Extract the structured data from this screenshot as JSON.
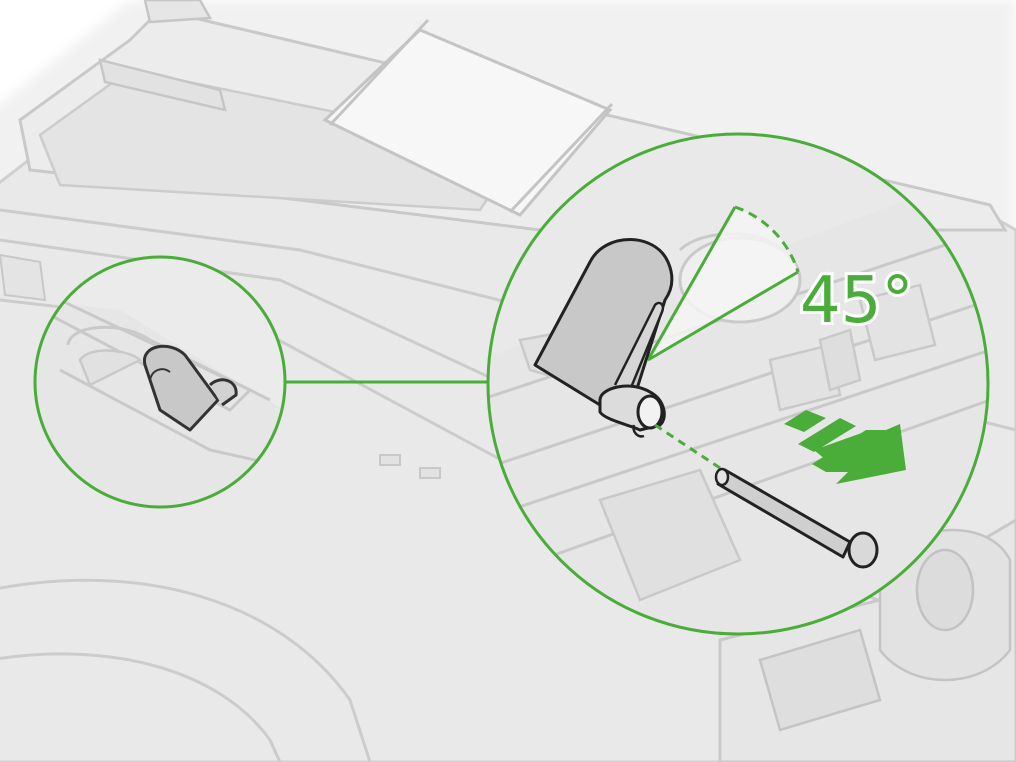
{
  "diagram": {
    "angle_label": "45°",
    "colors": {
      "accent": "#4aad3a",
      "line": "#c9c9c9",
      "fill": "#ececec",
      "part": "#c8c8c8",
      "outline": "#333333"
    },
    "callouts": [
      {
        "name": "detail-callout-small"
      },
      {
        "name": "detail-callout-large"
      }
    ],
    "icons": [
      "hinge-tab",
      "hinge-pin",
      "removal-arrow-icon",
      "angle-indicator-icon"
    ]
  }
}
